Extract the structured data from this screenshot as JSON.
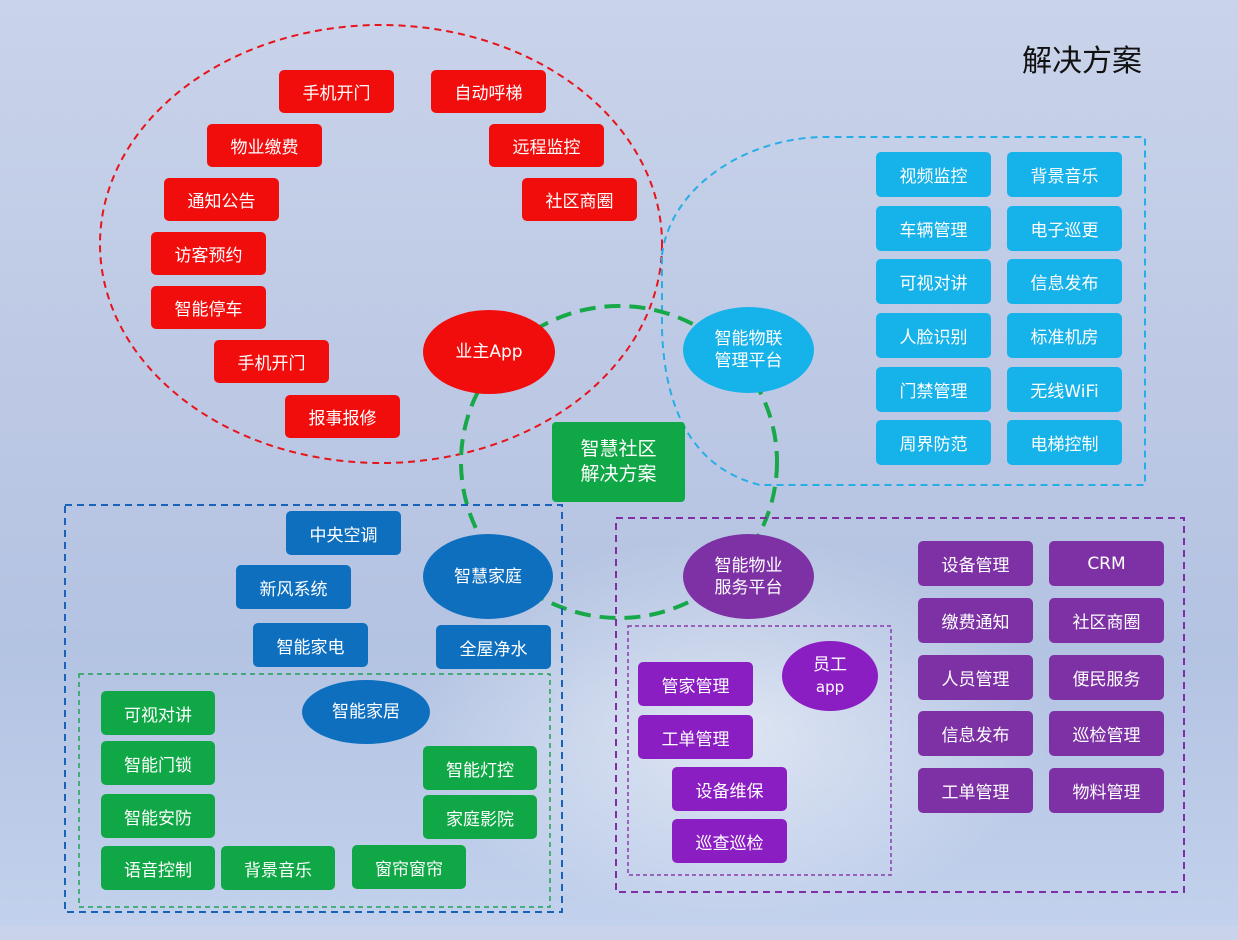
{
  "title": "解决方案",
  "center": {
    "line1": "智慧社区",
    "line2": "解决方案"
  },
  "owner_app": {
    "label": "业主App",
    "items": [
      "手机开门",
      "自动呼梯",
      "物业缴费",
      "远程监控",
      "通知公告",
      "社区商圈",
      "访客预约",
      "智能停车",
      "手机开门",
      "报事报修"
    ]
  },
  "iot_platform": {
    "line1": "智能物联",
    "line2": "管理平台",
    "items": [
      "视频监控",
      "背景音乐",
      "车辆管理",
      "电子巡更",
      "可视对讲",
      "信息发布",
      "人脸识别",
      "标准机房",
      "门禁管理",
      "无线WiFi",
      "周界防范",
      "电梯控制"
    ]
  },
  "smart_home": {
    "label": "智慧家庭",
    "items": [
      "中央空调",
      "新风系统",
      "智能家电",
      "全屋净水"
    ]
  },
  "smart_house": {
    "label": "智能家居",
    "items": [
      "可视对讲",
      "智能门锁",
      "智能安防",
      "语音控制",
      "背景音乐",
      "窗帘窗帘",
      "智能灯控",
      "家庭影院"
    ]
  },
  "property_platform": {
    "line1": "智能物业",
    "line2": "服务平台",
    "items": [
      "设备管理",
      "CRM",
      "缴费通知",
      "社区商圈",
      "人员管理",
      "便民服务",
      "信息发布",
      "巡检管理",
      "工单管理",
      "物料管理"
    ]
  },
  "staff_app": {
    "line1": "员工",
    "line2": "app",
    "items": [
      "管家管理",
      "工单管理",
      "设备维保",
      "巡查巡检"
    ]
  },
  "colors": {
    "red": "#f20d0d",
    "cyan": "#16b2ea",
    "blue": "#0e6fbf",
    "green": "#10a846",
    "purple": "#7e31a4"
  }
}
